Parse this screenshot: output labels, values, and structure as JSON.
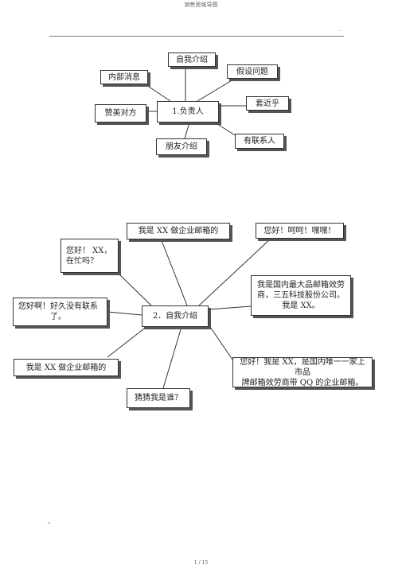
{
  "header": {
    "title": "销售思维导图",
    "mark": "."
  },
  "diagram1": {
    "center": "1.负责人",
    "nodes": {
      "self_intro": "自我介绍",
      "hypo": "假设问题",
      "internal": "内部消息",
      "tao": "套近乎",
      "praise": "赞美对方",
      "contact": "有联系人",
      "friend": "朋友介绍"
    }
  },
  "diagram2": {
    "center": "2．自我介绍",
    "nodes": {
      "top": "我是 XX 做企业邮箱的",
      "hello_ha": "您好！呵呵！嘿嘿！",
      "busy": [
        "您好！ XX，",
        "在忙吗？"
      ],
      "biggest": [
        "我是国内最大品邮箱效劳",
        "商，三五科技股份公司。",
        "我是 XX。"
      ],
      "long_time": [
        "您好啊！好久没有联系",
        "了。"
      ],
      "left": "我是 XX 做企业邮箱的",
      "unique": [
        "您好！我是 XX，是国内唯一一家上市品",
        "牌邮箱效劳商带 QQ 的企业邮箱。"
      ],
      "guess": "猜猜我是谁？"
    }
  },
  "footer": {
    "mark": "\"",
    "page": "1 / 15"
  }
}
